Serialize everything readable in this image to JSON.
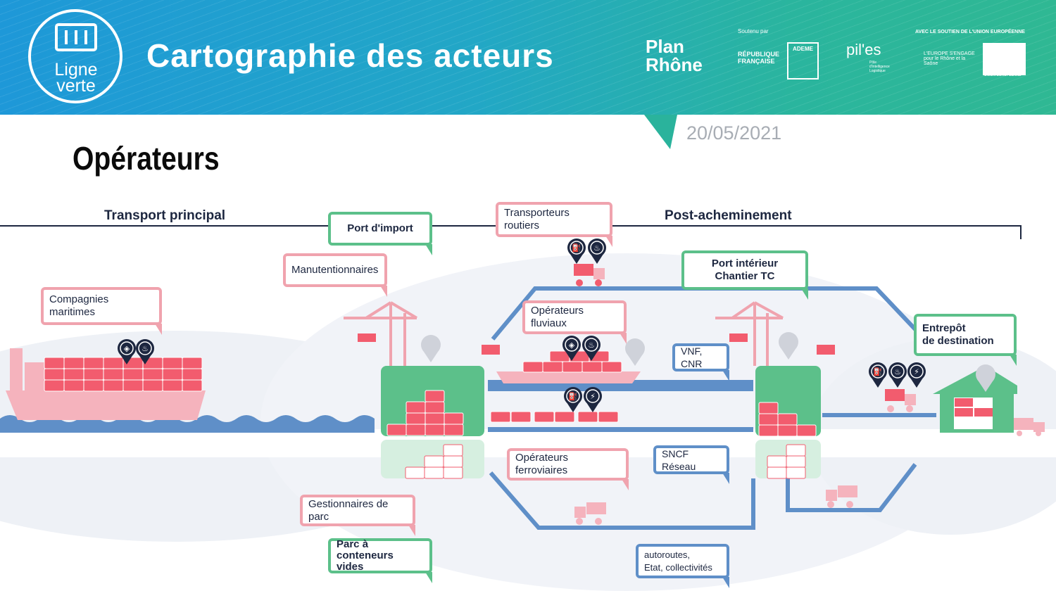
{
  "header": {
    "logo_line1": "Ligne",
    "logo_line2": "verte",
    "title": "Cartographie des acteurs",
    "plan_rhone_1": "Plan",
    "plan_rhone_2": "Rhône",
    "soutenu_par": "Soutenu par",
    "republique": "RÉPUBLIQUE FRANÇAISE",
    "ademe": "ADEME",
    "piles": "pil'es",
    "piles_sub": "Pôle d'intelligence Logistique",
    "eu_support": "AVEC LE SOUTIEN DE L'UNION EUROPÉENNE",
    "eu_engage": "L'EUROPE S'ENGAGE pour le Rhône et la Saône",
    "eu_label": "UNION EUROPÉENNE"
  },
  "date": "20/05/2021",
  "page_title": "Opérateurs",
  "sections": {
    "transport_principal": "Transport principal",
    "post_acheminement": "Post-acheminement"
  },
  "callouts": {
    "compagnies": "Compagnies maritimes",
    "manutentionnaires": "Manutentionnaires",
    "port_import": "Port d'import",
    "transporteurs": "Transporteurs routiers",
    "fluviaux": "Opérateurs fluviaux",
    "port_interieur_1": "Port intérieur",
    "port_interieur_2": "Chantier TC",
    "vnf": "VNF, CNR",
    "entrepot_1": "Entrepôt",
    "entrepot_2": "de destination",
    "ferroviaires": "Opérateurs ferroviaires",
    "sncf": "SNCF Réseau",
    "gestionnaires": "Gestionnaires de parc",
    "parc_1": "Parc à conteneurs",
    "parc_2": "vides",
    "autoroutes_1": "autoroutes,",
    "autoroutes_2": "Etat, collectivités"
  },
  "pin_icons": {
    "gas": "◈",
    "biofuel": "♨",
    "fuel": "⛽",
    "electric": "⚡"
  },
  "colors": {
    "pink": "#f0a3ae",
    "red": "#f25c6e",
    "green": "#5cc08a",
    "blue": "#5f8fc8",
    "navy": "#1d2740"
  }
}
